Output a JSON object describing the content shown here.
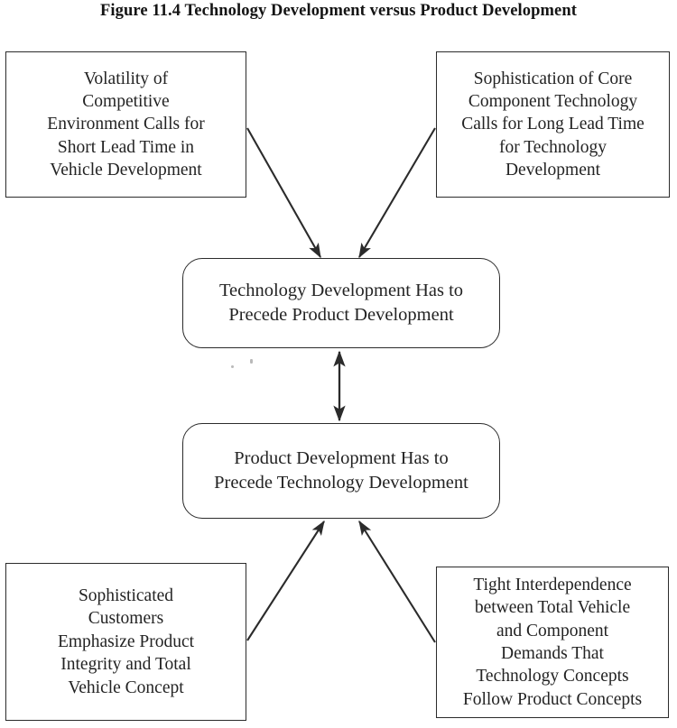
{
  "figure": {
    "title": "Figure 11.4 Technology Development versus Product Development",
    "ink_color": "#2b2b2b",
    "background_color": "#ffffff"
  },
  "nodes": {
    "top_left": {
      "id": "volatility-of-competitive-environment",
      "shape": "rectangle",
      "text": "Volatility of\nCompetitive\nEnvironment Calls for\nShort Lead Time in\nVehicle Development"
    },
    "top_right": {
      "id": "sophistication-of-core-component-technology",
      "shape": "rectangle",
      "text": "Sophistication of Core\nComponent Technology\nCalls for Long Lead Time\nfor Technology\nDevelopment"
    },
    "center_top": {
      "id": "technology-development-precedes-product-development",
      "shape": "rounded-rectangle",
      "text": "Technology Development Has to\nPrecede  Product  Development"
    },
    "center_bottom": {
      "id": "product-development-precedes-technology-development",
      "shape": "rounded-rectangle",
      "text": "Product Development Has to\nPrecede  Technology Development"
    },
    "bottom_left": {
      "id": "sophisticated-customers",
      "shape": "rectangle",
      "text": "Sophisticated\nCustomers\nEmphasize Product\nIntegrity and Total\nVehicle Concept"
    },
    "bottom_right": {
      "id": "tight-interdependence",
      "shape": "rectangle",
      "text": "Tight Interdependence\nbetween Total Vehicle\nand Component\nDemands That\nTechnology Concepts\nFollow Product Concepts"
    }
  },
  "connectors": [
    {
      "id": "arrow-top-left-to-center-top",
      "from": "top_left",
      "to": "center_top",
      "heads": "single",
      "direction": "down-right"
    },
    {
      "id": "arrow-top-right-to-center-top",
      "from": "top_right",
      "to": "center_top",
      "heads": "single",
      "direction": "down-left"
    },
    {
      "id": "arrow-center-top-center-bottom",
      "from": "center_top",
      "to": "center_bottom",
      "heads": "double",
      "direction": "vertical"
    },
    {
      "id": "arrow-bottom-left-to-center-bottom",
      "from": "bottom_left",
      "to": "center_bottom",
      "heads": "single",
      "direction": "up-right"
    },
    {
      "id": "arrow-bottom-right-to-center-bottom",
      "from": "bottom_right",
      "to": "center_bottom",
      "heads": "single",
      "direction": "up-left"
    }
  ]
}
